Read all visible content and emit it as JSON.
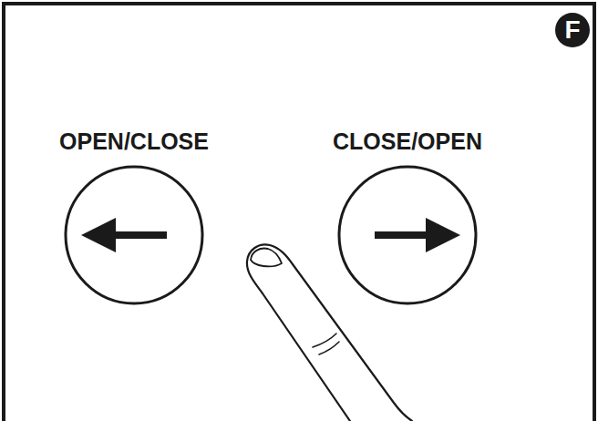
{
  "diagram": {
    "nodes": [
      {
        "text": [
          "F"
        ]
      },
      {
        "text": [
          "OPEN/CLOSE"
        ]
      },
      {
        "text": [
          "CLOSE/OPEN"
        ]
      }
    ]
  }
}
